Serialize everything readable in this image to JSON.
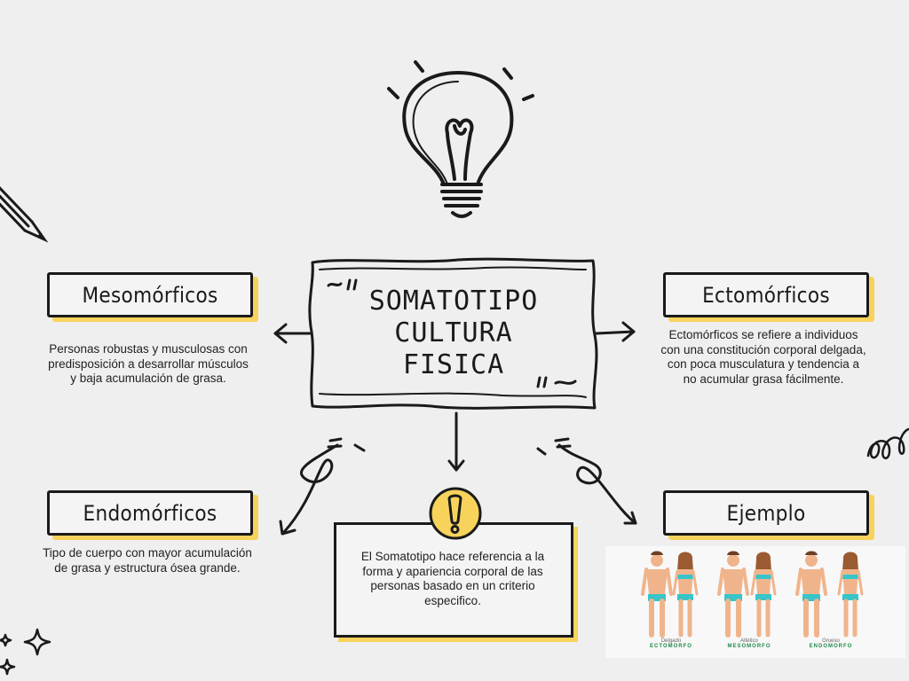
{
  "title": {
    "lines": [
      "SOMATOTIPO",
      "CULTURA",
      "FISICA"
    ]
  },
  "mesomorficos": {
    "label": "Mesomórficos",
    "description": "Personas robustas y musculosas con predisposición a desarrollar músculos y baja acumulación de grasa."
  },
  "ectomorficos": {
    "label": "Ectomórficos",
    "description": "Ectomórficos se refiere a individuos con una constitución corporal delgada, con poca musculatura y tendencia a no acumular grasa fácilmente."
  },
  "endomorficos": {
    "label": "Endomórficos",
    "description": "Tipo de cuerpo con mayor acumulación de grasa y estructura ósea grande."
  },
  "ejemplo": {
    "label": "Ejemplo",
    "groups": [
      {
        "caption": "Delgado",
        "type": "ECTOMORFO"
      },
      {
        "caption": "Atlético",
        "type": "MESOMORFO"
      },
      {
        "caption": "Grueso",
        "type": "ENDOMORFO"
      }
    ]
  },
  "center_note": {
    "text": "El Somatotipo hace referencia a la forma y apariencia corporal de las personas basado en un criterio especifico."
  },
  "colors": {
    "background": "#efefef",
    "accent_yellow": "#f7d35c",
    "ink": "#1a1a1a",
    "swimwear": "#37c5c9",
    "skin": "#f0b48c",
    "caption_green": "#1f8a4a"
  },
  "icons": [
    "lightbulb-icon",
    "pencil-icon",
    "exclamation-icon",
    "sparkle-icon",
    "squiggle-icon"
  ]
}
